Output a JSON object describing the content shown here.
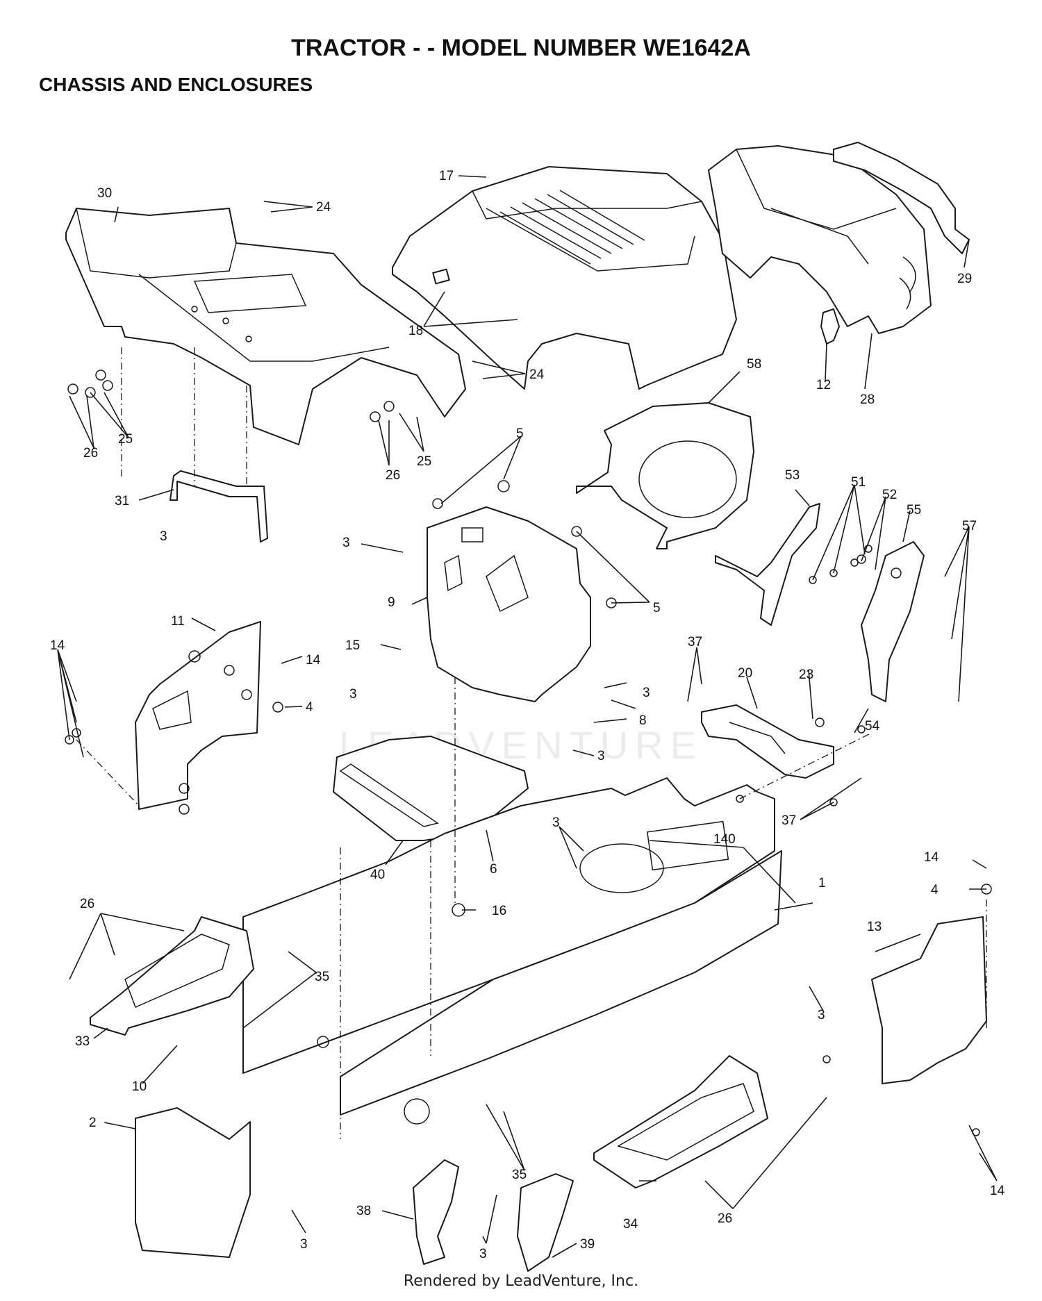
{
  "header": {
    "title": "TRACTOR - - MODEL NUMBER WE1642A",
    "subtitle": "CHASSIS AND ENCLOSURES"
  },
  "watermark": "LEADVENTURE",
  "footer": "Rendered by LeadVenture, Inc.",
  "callouts": [
    {
      "id": "c-30",
      "label": "30"
    },
    {
      "id": "c-24a",
      "label": "24"
    },
    {
      "id": "c-17",
      "label": "17"
    },
    {
      "id": "c-29",
      "label": "29"
    },
    {
      "id": "c-18",
      "label": "18"
    },
    {
      "id": "c-24b",
      "label": "24"
    },
    {
      "id": "c-12",
      "label": "12"
    },
    {
      "id": "c-28",
      "label": "28"
    },
    {
      "id": "c-58",
      "label": "58"
    },
    {
      "id": "c-25a",
      "label": "25"
    },
    {
      "id": "c-26a",
      "label": "26"
    },
    {
      "id": "c-26b",
      "label": "26"
    },
    {
      "id": "c-25b",
      "label": "25"
    },
    {
      "id": "c-5a",
      "label": "5"
    },
    {
      "id": "c-53",
      "label": "53"
    },
    {
      "id": "c-51",
      "label": "51"
    },
    {
      "id": "c-52",
      "label": "52"
    },
    {
      "id": "c-55",
      "label": "55"
    },
    {
      "id": "c-57",
      "label": "57"
    },
    {
      "id": "c-31",
      "label": "31"
    },
    {
      "id": "c-3a",
      "label": "3"
    },
    {
      "id": "c-3b",
      "label": "3"
    },
    {
      "id": "c-5b",
      "label": "5"
    },
    {
      "id": "c-9",
      "label": "9"
    },
    {
      "id": "c-37a",
      "label": "37"
    },
    {
      "id": "c-14a",
      "label": "14"
    },
    {
      "id": "c-11",
      "label": "11"
    },
    {
      "id": "c-15",
      "label": "15"
    },
    {
      "id": "c-14b",
      "label": "14"
    },
    {
      "id": "c-3c",
      "label": "3"
    },
    {
      "id": "c-20",
      "label": "20"
    },
    {
      "id": "c-23",
      "label": "23"
    },
    {
      "id": "c-4a",
      "label": "4"
    },
    {
      "id": "c-3d",
      "label": "3"
    },
    {
      "id": "c-8",
      "label": "8"
    },
    {
      "id": "c-54",
      "label": "54"
    },
    {
      "id": "c-3e",
      "label": "3"
    },
    {
      "id": "c-37b",
      "label": "37"
    },
    {
      "id": "c-3f",
      "label": "3"
    },
    {
      "id": "c-140",
      "label": "140"
    },
    {
      "id": "c-40",
      "label": "40"
    },
    {
      "id": "c-6",
      "label": "6"
    },
    {
      "id": "c-14c",
      "label": "14"
    },
    {
      "id": "c-1",
      "label": "1"
    },
    {
      "id": "c-4b",
      "label": "4"
    },
    {
      "id": "c-16",
      "label": "16"
    },
    {
      "id": "c-26c",
      "label": "26"
    },
    {
      "id": "c-13",
      "label": "13"
    },
    {
      "id": "c-35a",
      "label": "35"
    },
    {
      "id": "c-3g",
      "label": "3"
    },
    {
      "id": "c-33",
      "label": "33"
    },
    {
      "id": "c-10",
      "label": "10"
    },
    {
      "id": "c-2",
      "label": "2"
    },
    {
      "id": "c-35b",
      "label": "35"
    },
    {
      "id": "c-38",
      "label": "38"
    },
    {
      "id": "c-14d",
      "label": "14"
    },
    {
      "id": "c-3h",
      "label": "3"
    },
    {
      "id": "c-3i",
      "label": "3"
    },
    {
      "id": "c-34",
      "label": "34"
    },
    {
      "id": "c-39",
      "label": "39"
    },
    {
      "id": "c-26d",
      "label": "26"
    }
  ]
}
